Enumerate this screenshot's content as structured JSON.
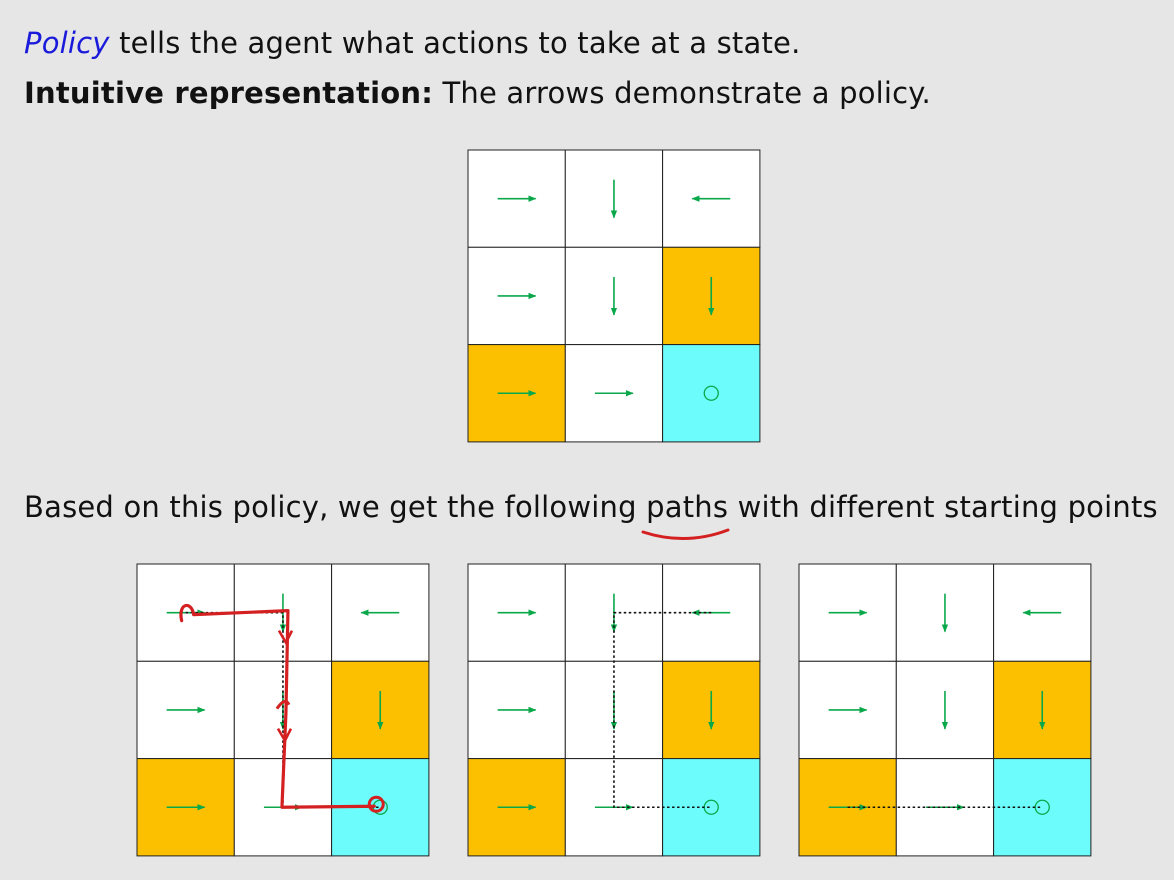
{
  "text": {
    "line1_keyword": "Policy",
    "line1_rest": " tells the agent what actions to take at a state.",
    "line2_bold": "Intuitive representation:",
    "line2_rest": " The arrows demonstrate a policy.",
    "line3": "Based on this policy, we get the following paths with different starting points"
  },
  "colors": {
    "forbidden": "#fcc000",
    "target": "#6dfcfc",
    "free": "#ffffff",
    "arrow": "#0aa84a",
    "annotation": "#d42020",
    "path": "#111111"
  },
  "grid": {
    "rows": 3,
    "cols": 3,
    "cells": [
      [
        {
          "type": "free",
          "action": "right"
        },
        {
          "type": "free",
          "action": "down"
        },
        {
          "type": "free",
          "action": "left"
        }
      ],
      [
        {
          "type": "free",
          "action": "right"
        },
        {
          "type": "free",
          "action": "down"
        },
        {
          "type": "forbidden",
          "action": "down"
        }
      ],
      [
        {
          "type": "forbidden",
          "action": "right"
        },
        {
          "type": "free",
          "action": "right"
        },
        {
          "type": "target",
          "action": "stay"
        }
      ]
    ]
  },
  "paths": [
    {
      "start": [
        0,
        0
      ],
      "cells": [
        [
          0,
          0
        ],
        [
          0,
          1
        ],
        [
          1,
          1
        ],
        [
          2,
          1
        ],
        [
          2,
          2
        ]
      ],
      "hand_drawn": true
    },
    {
      "start": [
        0,
        2
      ],
      "cells": [
        [
          0,
          2
        ],
        [
          0,
          1
        ],
        [
          1,
          1
        ],
        [
          2,
          1
        ],
        [
          2,
          2
        ]
      ],
      "hand_drawn": false
    },
    {
      "start": [
        2,
        0
      ],
      "cells": [
        [
          2,
          0
        ],
        [
          2,
          1
        ],
        [
          2,
          2
        ]
      ],
      "hand_drawn": false
    }
  ]
}
